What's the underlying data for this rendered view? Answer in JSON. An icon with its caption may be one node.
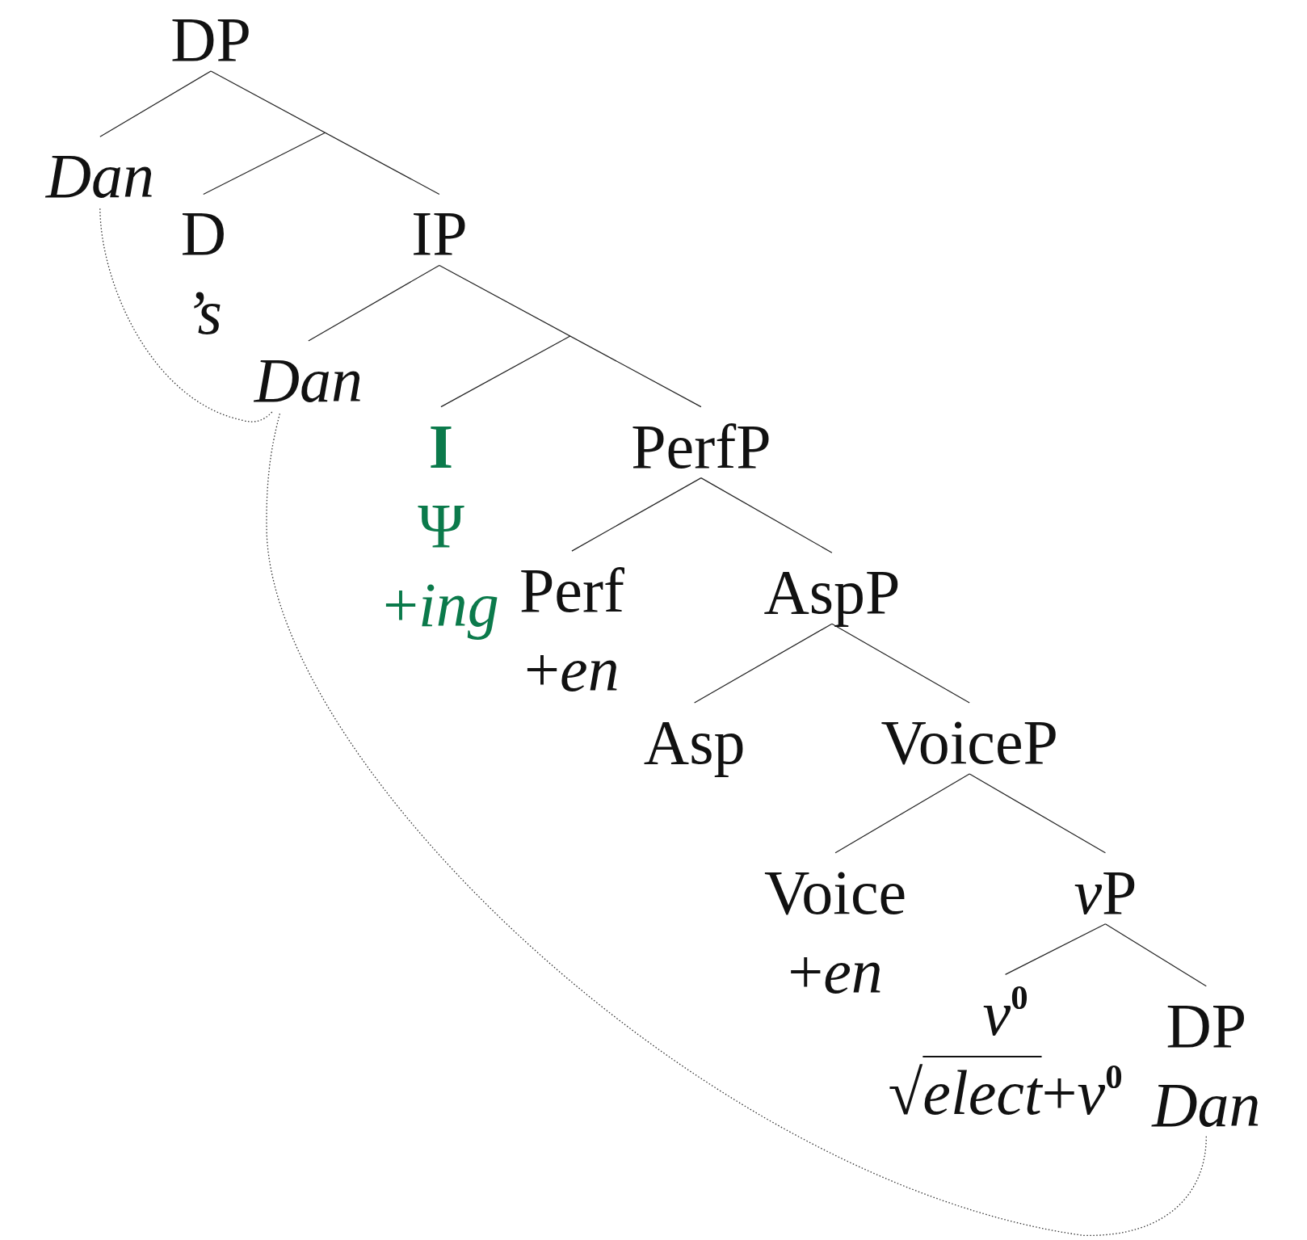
{
  "diagram": {
    "nodes": [
      {
        "text": [
          "DP"
        ]
      },
      {
        "text": [
          "Dan"
        ]
      },
      {
        "text": [
          "D",
          "’s"
        ]
      },
      {
        "text": [
          "IP"
        ]
      },
      {
        "text": [
          "Dan"
        ]
      },
      {
        "text": [
          "I",
          "Ψ",
          "+*ing*"
        ]
      },
      {
        "text": [
          "PerfP"
        ]
      },
      {
        "text": [
          "Perf",
          "+*en*"
        ]
      },
      {
        "text": [
          "AspP"
        ]
      },
      {
        "text": [
          "Asp"
        ]
      },
      {
        "text": [
          "VoiceP"
        ]
      },
      {
        "text": [
          "Voice",
          "+*en*"
        ]
      },
      {
        "text": [
          "vP"
        ]
      },
      {
        "text": [
          "*v*$^{0}$",
          "√*elect*+*v*$^{0}$"
        ]
      },
      {
        "text": [
          "DP",
          "Dan"
        ]
      }
    ],
    "edges": [
      {
        "from": 0,
        "to": 1,
        "arrow": "none"
      },
      {
        "from": 0,
        "to": 3,
        "arrow": "none"
      },
      {
        "from": null,
        "to": 2,
        "arrow": "none"
      },
      {
        "from": 3,
        "to": 4,
        "arrow": "none"
      },
      {
        "from": 3,
        "to": 6,
        "arrow": "none"
      },
      {
        "from": null,
        "to": 5,
        "arrow": "none"
      },
      {
        "from": 6,
        "to": 7,
        "arrow": "none"
      },
      {
        "from": 6,
        "to": 8,
        "arrow": "none"
      },
      {
        "from": 8,
        "to": 9,
        "arrow": "none"
      },
      {
        "from": 8,
        "to": 10,
        "arrow": "none"
      },
      {
        "from": 10,
        "to": 11,
        "arrow": "none"
      },
      {
        "from": 10,
        "to": 12,
        "arrow": "none"
      },
      {
        "from": 12,
        "to": 13,
        "arrow": "none"
      },
      {
        "from": 12,
        "to": 14,
        "arrow": "none"
      },
      {
        "from": 14,
        "to": 4,
        "arrow": "none",
        "style": "dashed"
      },
      {
        "from": 4,
        "to": 1,
        "arrow": "none",
        "style": "dashed"
      }
    ]
  }
}
